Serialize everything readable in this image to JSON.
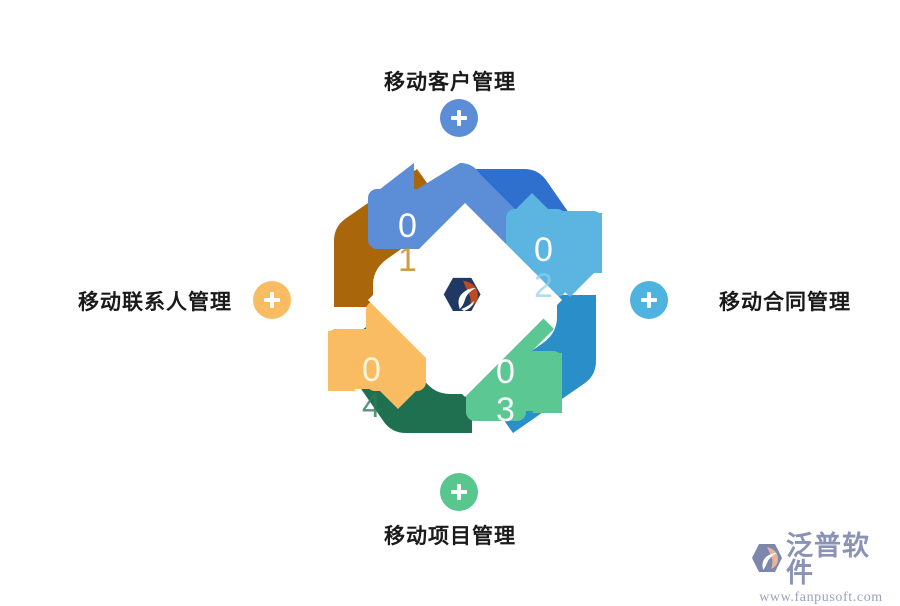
{
  "diagram": {
    "title_visible": false,
    "type": "cyclic-arrow-diagram",
    "center_logo_name": "fanpu-hexagon-logo",
    "nodes": [
      {
        "id": "customer",
        "label": "移动客户管理",
        "number": "01",
        "number_front": "0",
        "number_back": "1",
        "position": "top",
        "face_color": "#5b8ed6",
        "tail_color": "#2f6fce",
        "plus_color": "#5b8ed6",
        "plus_icon": "plus-icon"
      },
      {
        "id": "contract",
        "label": "移动合同管理",
        "number": "02",
        "number_front": "0",
        "number_back": "2",
        "position": "right",
        "face_color": "#5bb5e0",
        "tail_color": "#2a8fc9",
        "plus_color": "#4fb3e0",
        "plus_icon": "plus-icon"
      },
      {
        "id": "project",
        "label": "移动项目管理",
        "number": "03",
        "number_front": "0",
        "number_back": "3",
        "position": "bottom",
        "face_color": "#5bc793",
        "tail_color": "#1e7050",
        "plus_color": "#59c68e",
        "plus_icon": "plus-icon"
      },
      {
        "id": "contacts",
        "label": "移动联系人管理",
        "number": "04",
        "number_front": "0",
        "number_back": "4",
        "position": "left",
        "face_color": "#f9b košt",
        "plus_color": "#f9bc62",
        "plus_icon": "plus-icon"
      }
    ],
    "colors": {
      "blue_face": "#5b8ed6",
      "blue_tail": "#2f6fce",
      "cyan_face": "#5bb5e0",
      "cyan_tail": "#2a8fc9",
      "green_face": "#5bc793",
      "green_tail": "#1e7050",
      "orange_face": "#f9b košt",
      "orange_tail": "#a9660a",
      "background": "#ffffff",
      "label_text": "#1a1a1a"
    }
  },
  "watermark": {
    "brand": "泛普软件",
    "url": "www.fanpusoft.com",
    "logo_name": "fanpusoft-logo",
    "color": "#8a93b5"
  }
}
